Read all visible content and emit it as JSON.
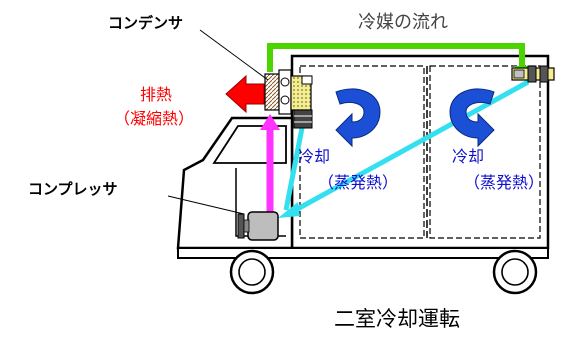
{
  "labels": {
    "condenser": "コンデンサ",
    "refrigerant_flow": "冷媒の流れ",
    "exhaust_heat_line1": "排熱",
    "exhaust_heat_line2": "（凝縮熱）",
    "cooling_left_line1": "冷却",
    "cooling_left_line2": "（蒸発熱）",
    "cooling_right_line1": "冷却",
    "cooling_right_line2": "（蒸発熱）",
    "compressor": "コンプレッサ",
    "caption": "二室冷却運転"
  },
  "colors": {
    "flow_line": "#4cd400",
    "suction_line": "#33e0f0",
    "discharge_line": "#ff33ff",
    "heat_arrow": "#ff0000",
    "airflow_arrow": "#1a4fd6",
    "cooling_text": "#1010d0",
    "heat_text": "#ff0000",
    "truck_outline": "#000000"
  }
}
